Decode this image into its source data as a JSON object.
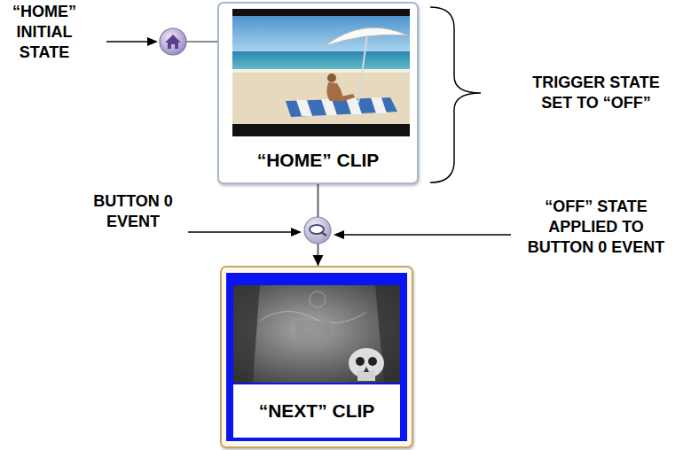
{
  "diagram": {
    "nodes": [
      {
        "text": [
          "“HOME” CLIP"
        ]
      },
      {
        "text": [
          "“NEXT” CLIP"
        ]
      }
    ],
    "edges": [
      {
        "from": 0,
        "to": 1,
        "arrow": "to"
      }
    ],
    "labels": [
      "“HOME” INITIAL STATE",
      "TRIGGER STATE SET TO “OFF”",
      "BUTTON 0 EVENT",
      "“OFF” STATE APPLIED TO BUTTON 0 EVENT"
    ]
  }
}
